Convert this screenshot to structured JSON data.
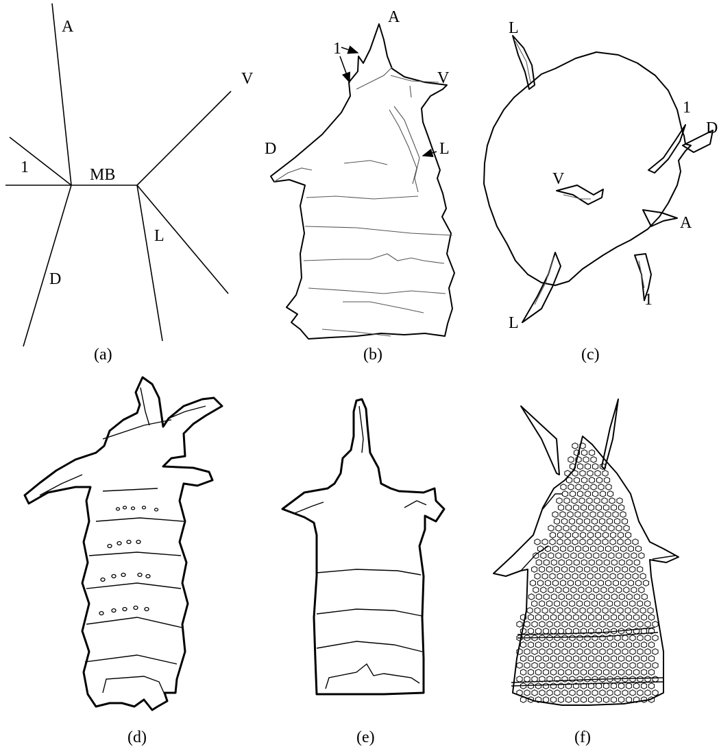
{
  "panels": {
    "a": {
      "caption": "(a)",
      "labels": {
        "A": "A",
        "V": "V",
        "one": "1",
        "MB": "MB",
        "L": "L",
        "D": "D"
      }
    },
    "b": {
      "caption": "(b)",
      "labels": {
        "A": "A",
        "one": "1",
        "V": "V",
        "D": "D",
        "L": "L"
      }
    },
    "c": {
      "caption": "(c)",
      "labels": {
        "L_top": "L",
        "one_top": "1",
        "D": "D",
        "V": "V",
        "A": "A",
        "L_bottom": "L",
        "one_bottom": "1"
      }
    },
    "d": {
      "caption": "(d)"
    },
    "e": {
      "caption": "(e)"
    },
    "f": {
      "caption": "(f)"
    }
  }
}
